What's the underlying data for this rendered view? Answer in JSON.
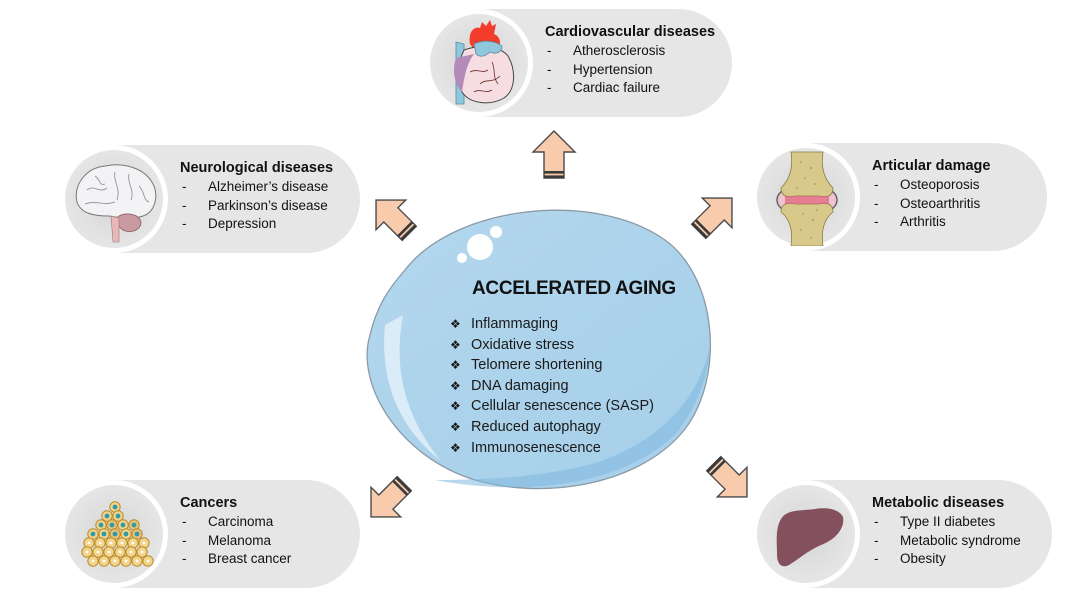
{
  "center": {
    "title": "ACCELERATED AGING",
    "bullet_glyph": "❖",
    "items": [
      "Inflammaging",
      "Oxidative stress",
      "Telomere shortening",
      "DNA damaging",
      "Cellular senescence (SASP)",
      "Reduced autophagy",
      "Immunosenescence"
    ],
    "fill_color": "#abd2ea"
  },
  "arrow_color": "#f8cbad",
  "cards": {
    "cardiovascular": {
      "icon": "heart-icon",
      "title": "Cardiovascular diseases",
      "items": [
        "Atherosclerosis",
        "Hypertension",
        "Cardiac failure"
      ]
    },
    "neurological": {
      "icon": "brain-icon",
      "title": "Neurological diseases",
      "items": [
        "Alzheimer’s disease",
        "Parkinson’s disease",
        "Depression"
      ]
    },
    "articular": {
      "icon": "joint-icon",
      "title": "Articular damage",
      "items": [
        "Osteoporosis",
        "Osteoarthritis",
        "Arthritis"
      ]
    },
    "cancers": {
      "icon": "cells-icon",
      "title": "Cancers",
      "items": [
        "Carcinoma",
        "Melanoma",
        "Breast cancer"
      ]
    },
    "metabolic": {
      "icon": "liver-icon",
      "title": "Metabolic diseases",
      "items": [
        "Type II diabetes",
        "Metabolic syndrome",
        "Obesity"
      ]
    }
  },
  "dash": "-"
}
